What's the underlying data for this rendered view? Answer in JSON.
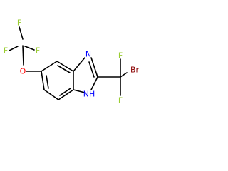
{
  "molecule": {
    "atoms": [
      {
        "id": "F1",
        "label": "F"
      },
      {
        "id": "F2",
        "label": "F"
      },
      {
        "id": "F3",
        "label": "F"
      },
      {
        "id": "O1",
        "label": "O"
      },
      {
        "id": "N3",
        "label": "N"
      },
      {
        "id": "N1",
        "label": "NH"
      },
      {
        "id": "Br",
        "label": "Br"
      },
      {
        "id": "F4",
        "label": "F"
      },
      {
        "id": "F5",
        "label": "F"
      }
    ],
    "colors": {
      "bond": "#000000",
      "F": "#9acd32",
      "O": "#ff0000",
      "N": "#0000ff",
      "Br": "#8b0000"
    }
  }
}
